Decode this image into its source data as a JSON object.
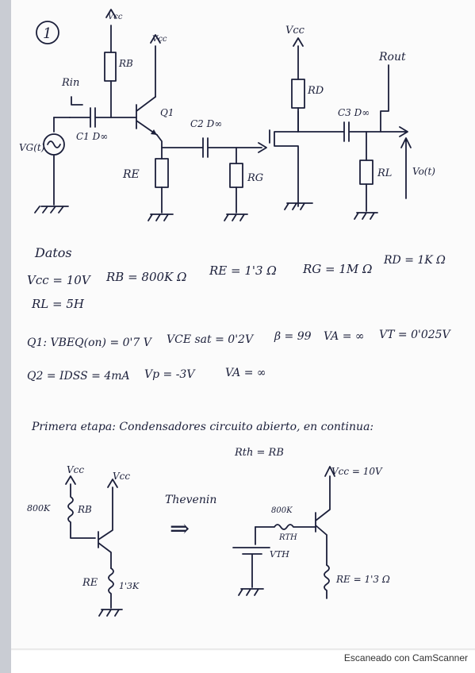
{
  "problem_number": "1",
  "circuit_top": {
    "vcc_left": "Vcc",
    "vcc_q1": "Vcc",
    "vcc_right": "Vcc",
    "rb": "RB",
    "rin": "Rin",
    "c1": "C1 D∞",
    "q1": "Q1",
    "c2": "C2 D∞",
    "rd": "RD",
    "c3": "C3 D∞",
    "rout": "Rout",
    "vg": "VG(t)",
    "re": "RE",
    "rg": "RG",
    "rl": "RL",
    "vo": "Vo(t)"
  },
  "datos": {
    "heading": "Datos",
    "line1": [
      "Vcc = 10V",
      "RB = 800K Ω",
      "RE = 1'3 Ω",
      "RG = 1M Ω",
      "RD = 1K Ω"
    ],
    "line2": "RL = 5H",
    "q1_line": [
      "Q1: VBEQ(on) = 0'7 V",
      "VCE sat = 0'2V",
      "β = 99",
      "VA = ∞",
      "VT = 0'025V"
    ],
    "q2_line": [
      "Q2 = IDSS = 4mA",
      "Vp = -3V",
      "VA = ∞"
    ]
  },
  "stage_note": "Primera etapa: Condensadores circuito abierto, en continua:",
  "rth_note": "Rth = RB",
  "circuit_bottom": {
    "vcc_a": "Vcc",
    "vcc_b": "Vcc",
    "rb_label": "800K",
    "rb": "RB",
    "re": "RE",
    "re_val": "1'3K",
    "thevenin": "Thevenin",
    "arrow": "⇒",
    "vcc_eq": "Vcc = 10V",
    "r800": "800K",
    "rth": "RTH",
    "vth": "VTH",
    "re_eq": "RE = 1'3 Ω"
  },
  "footer": "Escaneado con CamScanner"
}
